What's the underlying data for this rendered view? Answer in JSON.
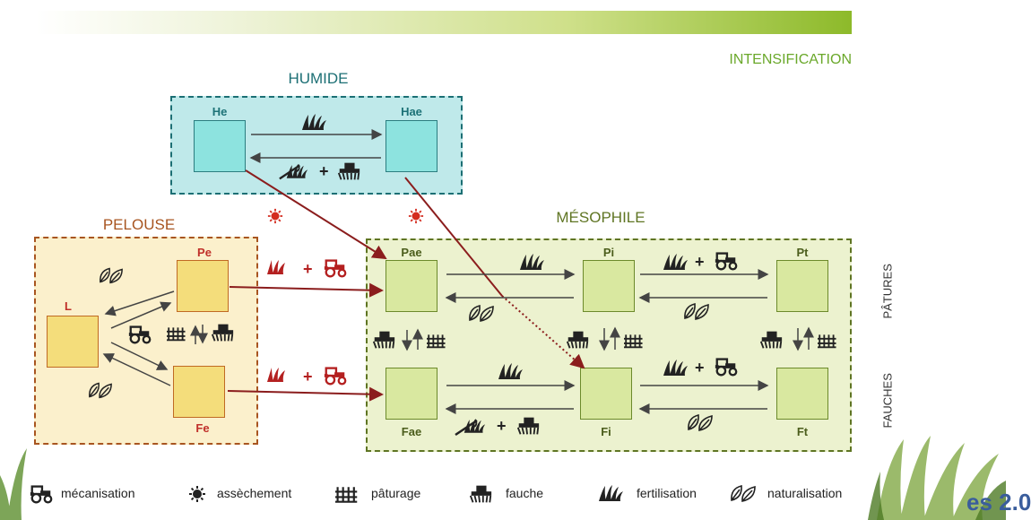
{
  "header": {
    "intensification": "INTENSIFICATION"
  },
  "zones": {
    "humide": "HUMIDE",
    "pelouse": "PELOUSE",
    "mesophile": "MÉSOPHILE"
  },
  "boxes": {
    "He": "He",
    "Hae": "Hae",
    "L": "L",
    "Pe": "Pe",
    "Fe": "Fe",
    "Pae": "Pae",
    "Pi": "Pi",
    "Pt": "Pt",
    "Fae": "Fae",
    "Fi": "Fi",
    "Ft": "Ft"
  },
  "side_labels": {
    "pastures": "PÂTURES",
    "mowings": "FAUCHES"
  },
  "plus": "+",
  "legend": {
    "mecanisation": "mécanisation",
    "assechement": "assèchement",
    "paturage": "pâturage",
    "fauche": "fauche",
    "fertilisation": "fertilisation",
    "naturalisation": "naturalisation"
  },
  "watermark": "es 2.0",
  "colors": {
    "dark_red": "#8b1d1d",
    "humide": "#1c6f74",
    "pelouse": "#a85520",
    "mesophile": "#5f7523",
    "accent": "#6aa82a"
  }
}
